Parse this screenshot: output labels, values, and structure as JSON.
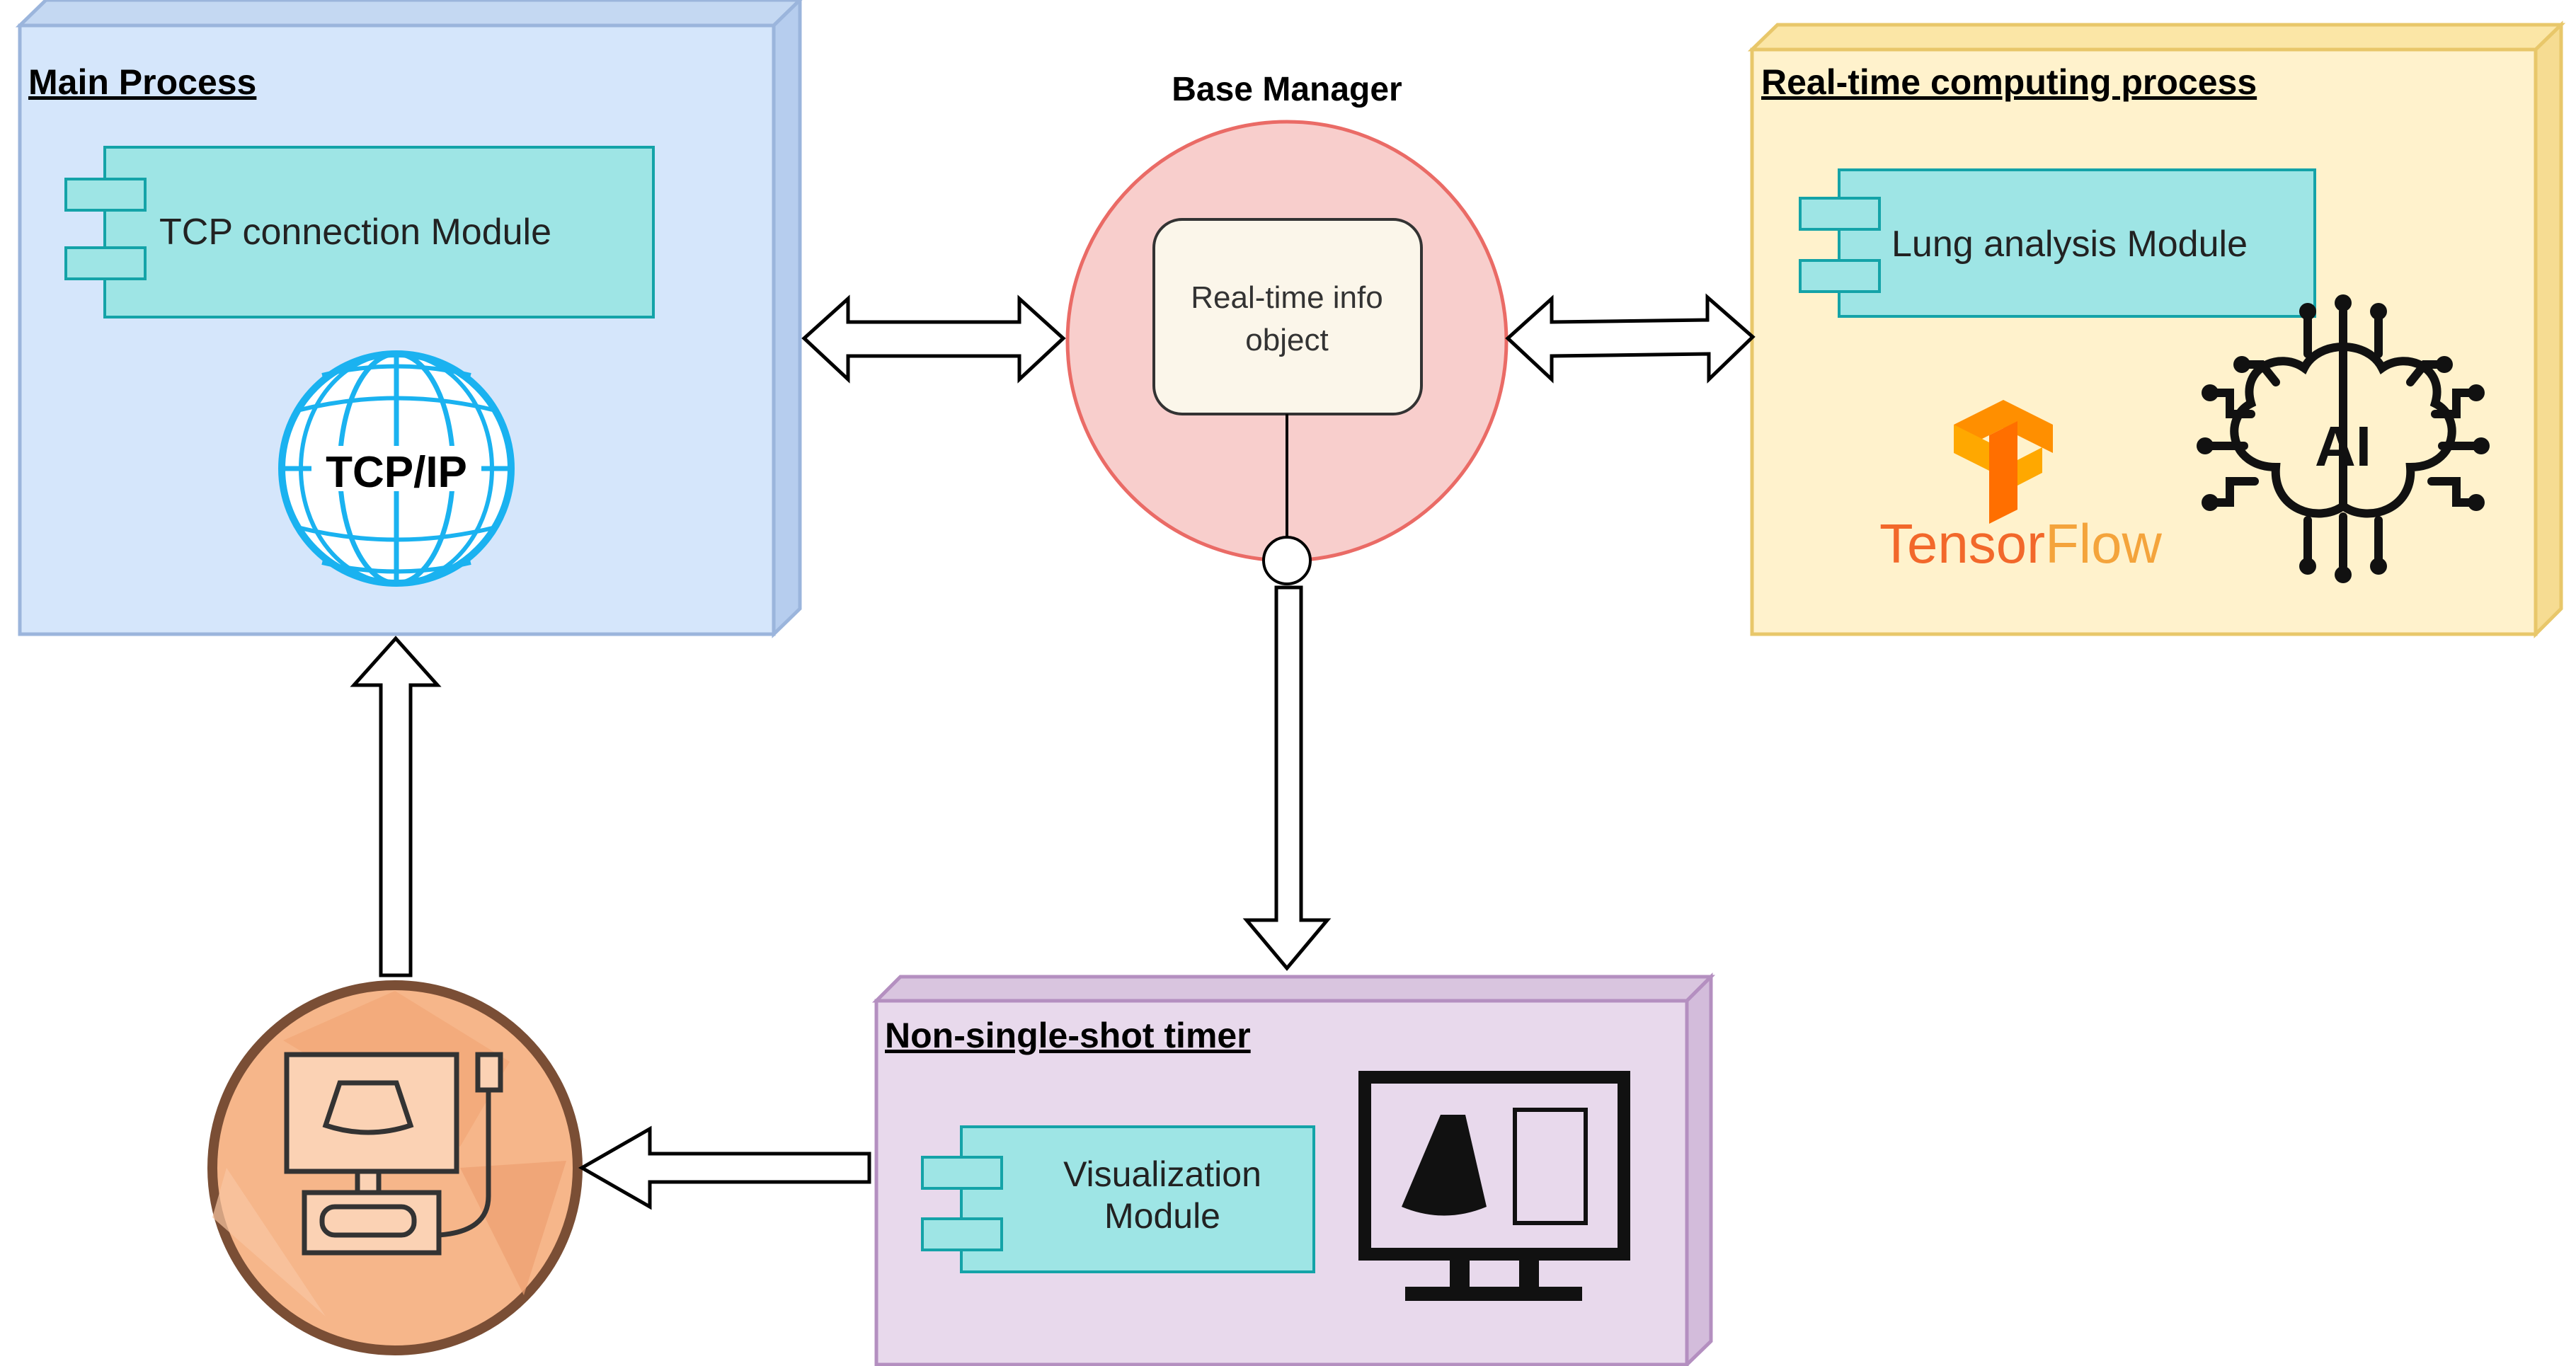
{
  "main_process": {
    "title": "Main Process",
    "module_label": "TCP connection Module",
    "logo_text": "TCP/IP"
  },
  "base_manager": {
    "title": "Base Manager",
    "info_object_line1": "Real-time info",
    "info_object_line2": "object"
  },
  "realtime_process": {
    "title": "Real-time computing process",
    "module_label": "Lung analysis Module",
    "tensorflow_prefix": "Tensor",
    "tensorflow_suffix": "Flow",
    "ai_text": "AI"
  },
  "timer": {
    "title": "Non-single-shot timer",
    "module_label_line1": "Visualization",
    "module_label_line2": "Module"
  },
  "colors": {
    "main_fill": "#dae8fc",
    "main_stroke": "#6c8ebf",
    "rt_fill": "#fff2cc",
    "rt_stroke": "#d6b656",
    "timer_fill": "#e1d5e7",
    "timer_stroke": "#9673a6",
    "module_fill": "#9ee5e5",
    "module_stroke": "#0e8088",
    "manager_fill": "#f8cecc",
    "manager_stroke": "#e26b6b",
    "tcp_blue": "#1ab2f0",
    "tf_orange": "#ff6f00"
  }
}
